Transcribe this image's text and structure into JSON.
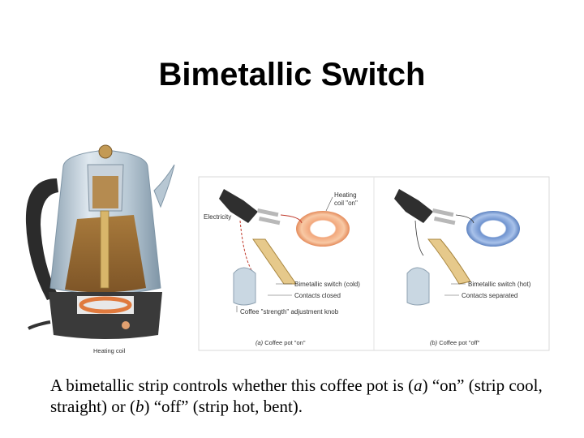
{
  "slide": {
    "title": "Bimetallic Switch",
    "caption_parts": [
      "A bimetallic strip controls whether this coffee pot is (",
      "a",
      ") “on” (strip cool, straight) or (",
      "b",
      ") “off” (strip hot, bent)."
    ]
  },
  "figure": {
    "pot_label": "Heating coil",
    "panel_a": {
      "electricity": "Electricity",
      "heating_coil_line1": "Heating",
      "heating_coil_line2": "coil \"on\"",
      "switch": "Bimetallic switch (cold)",
      "contacts": "Contacts closed",
      "knob": "Coffee \"strength\" adjustment knob",
      "sub_letter": "(a)",
      "sub_text": " Coffee pot \"on\""
    },
    "panel_b": {
      "switch": "Bimetallic switch (hot)",
      "contacts": "Contacts separated",
      "sub_letter": "(b)",
      "sub_text": " Coffee pot \"off\""
    }
  }
}
